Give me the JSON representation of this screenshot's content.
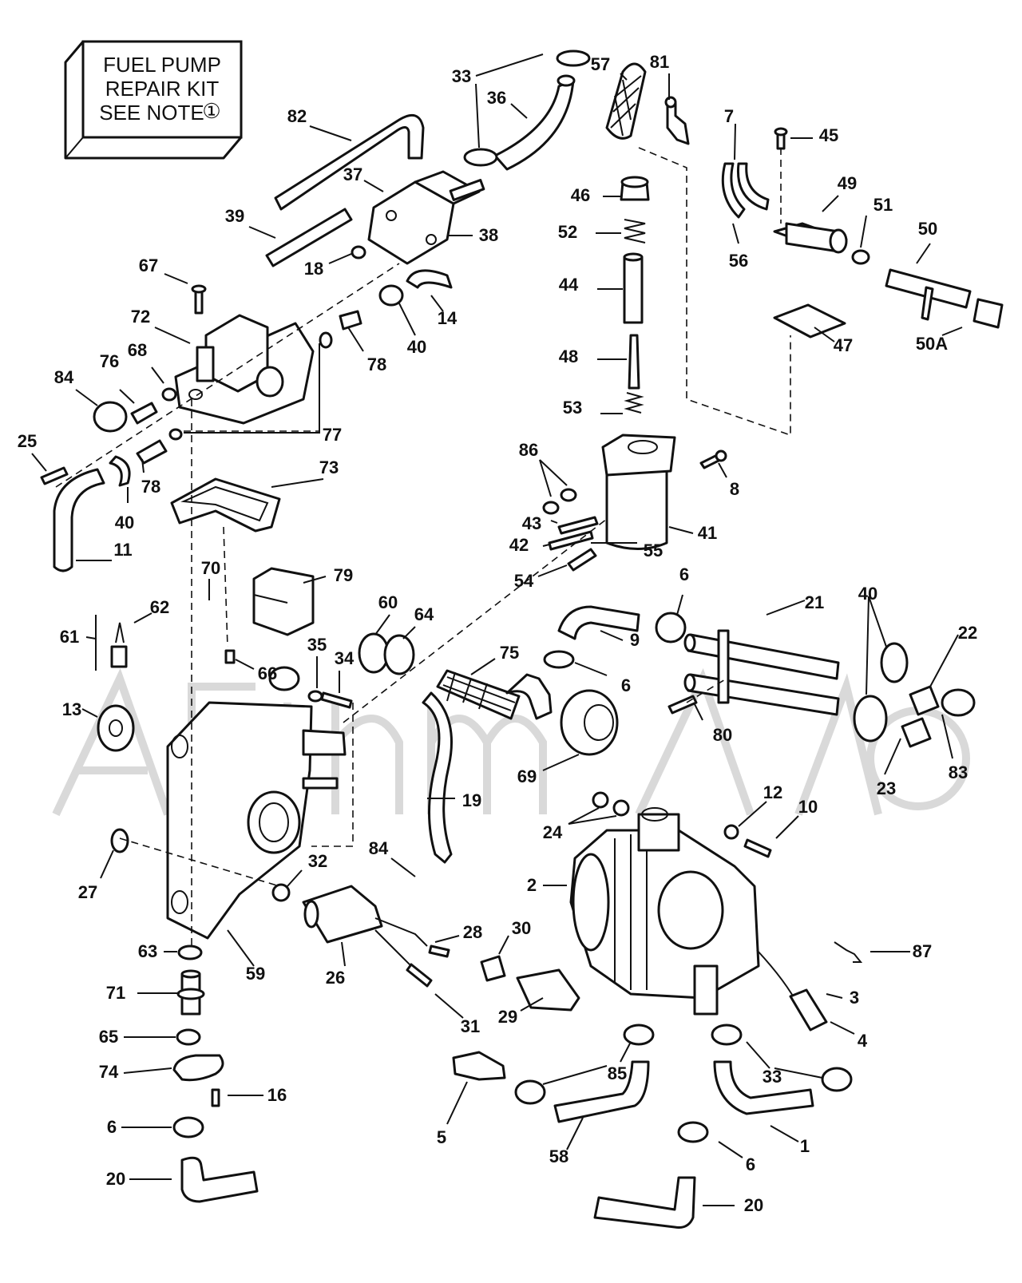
{
  "kit_box": {
    "line1": "FUEL PUMP",
    "line2": "REPAIR KIT",
    "line3": "SEE NOTE",
    "note_marker": "①"
  },
  "callouts": [
    {
      "id": "c-33a",
      "text": "33"
    },
    {
      "id": "c-36",
      "text": "36"
    },
    {
      "id": "c-57",
      "text": "57"
    },
    {
      "id": "c-81",
      "text": "81"
    },
    {
      "id": "c-82",
      "text": "82"
    },
    {
      "id": "c-37",
      "text": "37"
    },
    {
      "id": "c-38",
      "text": "38"
    },
    {
      "id": "c-39",
      "text": "39"
    },
    {
      "id": "c-18",
      "text": "18"
    },
    {
      "id": "c-14",
      "text": "14"
    },
    {
      "id": "c-40a",
      "text": "40"
    },
    {
      "id": "c-67",
      "text": "67"
    },
    {
      "id": "c-72",
      "text": "72"
    },
    {
      "id": "c-68",
      "text": "68"
    },
    {
      "id": "c-76",
      "text": "76"
    },
    {
      "id": "c-84a",
      "text": "84"
    },
    {
      "id": "c-78a",
      "text": "78"
    },
    {
      "id": "c-78b",
      "text": "78"
    },
    {
      "id": "c-77",
      "text": "77"
    },
    {
      "id": "c-25",
      "text": "25"
    },
    {
      "id": "c-40b",
      "text": "40"
    },
    {
      "id": "c-11",
      "text": "11"
    },
    {
      "id": "c-73",
      "text": "73"
    },
    {
      "id": "c-7",
      "text": "7"
    },
    {
      "id": "c-45",
      "text": "45"
    },
    {
      "id": "c-46",
      "text": "46"
    },
    {
      "id": "c-49",
      "text": "49"
    },
    {
      "id": "c-51",
      "text": "51"
    },
    {
      "id": "c-50",
      "text": "50"
    },
    {
      "id": "c-52",
      "text": "52"
    },
    {
      "id": "c-56",
      "text": "56"
    },
    {
      "id": "c-44",
      "text": "44"
    },
    {
      "id": "c-47",
      "text": "47"
    },
    {
      "id": "c-50a",
      "text": "50A"
    },
    {
      "id": "c-48",
      "text": "48"
    },
    {
      "id": "c-53",
      "text": "53"
    },
    {
      "id": "c-86",
      "text": "86"
    },
    {
      "id": "c-8",
      "text": "8"
    },
    {
      "id": "c-43",
      "text": "43"
    },
    {
      "id": "c-41",
      "text": "41"
    },
    {
      "id": "c-42",
      "text": "42"
    },
    {
      "id": "c-55",
      "text": "55"
    },
    {
      "id": "c-54",
      "text": "54"
    },
    {
      "id": "c-70",
      "text": "70"
    },
    {
      "id": "c-79",
      "text": "79"
    },
    {
      "id": "c-62",
      "text": "62"
    },
    {
      "id": "c-61",
      "text": "61"
    },
    {
      "id": "c-60",
      "text": "60"
    },
    {
      "id": "c-64",
      "text": "64"
    },
    {
      "id": "c-6a",
      "text": "6"
    },
    {
      "id": "c-21",
      "text": "21"
    },
    {
      "id": "c-40c",
      "text": "40"
    },
    {
      "id": "c-22",
      "text": "22"
    },
    {
      "id": "c-66",
      "text": "66"
    },
    {
      "id": "c-35",
      "text": "35"
    },
    {
      "id": "c-34",
      "text": "34"
    },
    {
      "id": "c-75",
      "text": "75"
    },
    {
      "id": "c-9",
      "text": "9"
    },
    {
      "id": "c-6b",
      "text": "6"
    },
    {
      "id": "c-13",
      "text": "13"
    },
    {
      "id": "c-80",
      "text": "80"
    },
    {
      "id": "c-83",
      "text": "83"
    },
    {
      "id": "c-23",
      "text": "23"
    },
    {
      "id": "c-69",
      "text": "69"
    },
    {
      "id": "c-19",
      "text": "19"
    },
    {
      "id": "c-12",
      "text": "12"
    },
    {
      "id": "c-10",
      "text": "10"
    },
    {
      "id": "c-24",
      "text": "24"
    },
    {
      "id": "c-27",
      "text": "27"
    },
    {
      "id": "c-32",
      "text": "32"
    },
    {
      "id": "c-84b",
      "text": "84"
    },
    {
      "id": "c-2",
      "text": "2"
    },
    {
      "id": "c-28",
      "text": "28"
    },
    {
      "id": "c-30",
      "text": "30"
    },
    {
      "id": "c-87",
      "text": "87"
    },
    {
      "id": "c-63",
      "text": "63"
    },
    {
      "id": "c-59",
      "text": "59"
    },
    {
      "id": "c-26",
      "text": "26"
    },
    {
      "id": "c-71",
      "text": "71"
    },
    {
      "id": "c-31",
      "text": "31"
    },
    {
      "id": "c-29",
      "text": "29"
    },
    {
      "id": "c-3",
      "text": "3"
    },
    {
      "id": "c-4",
      "text": "4"
    },
    {
      "id": "c-65",
      "text": "65"
    },
    {
      "id": "c-85",
      "text": "85"
    },
    {
      "id": "c-33b",
      "text": "33"
    },
    {
      "id": "c-74",
      "text": "74"
    },
    {
      "id": "c-16",
      "text": "16"
    },
    {
      "id": "c-5",
      "text": "5"
    },
    {
      "id": "c-6c",
      "text": "6"
    },
    {
      "id": "c-58",
      "text": "58"
    },
    {
      "id": "c-1",
      "text": "1"
    },
    {
      "id": "c-6d",
      "text": "6"
    },
    {
      "id": "c-20a",
      "text": "20"
    },
    {
      "id": "c-20b",
      "text": "20"
    }
  ]
}
